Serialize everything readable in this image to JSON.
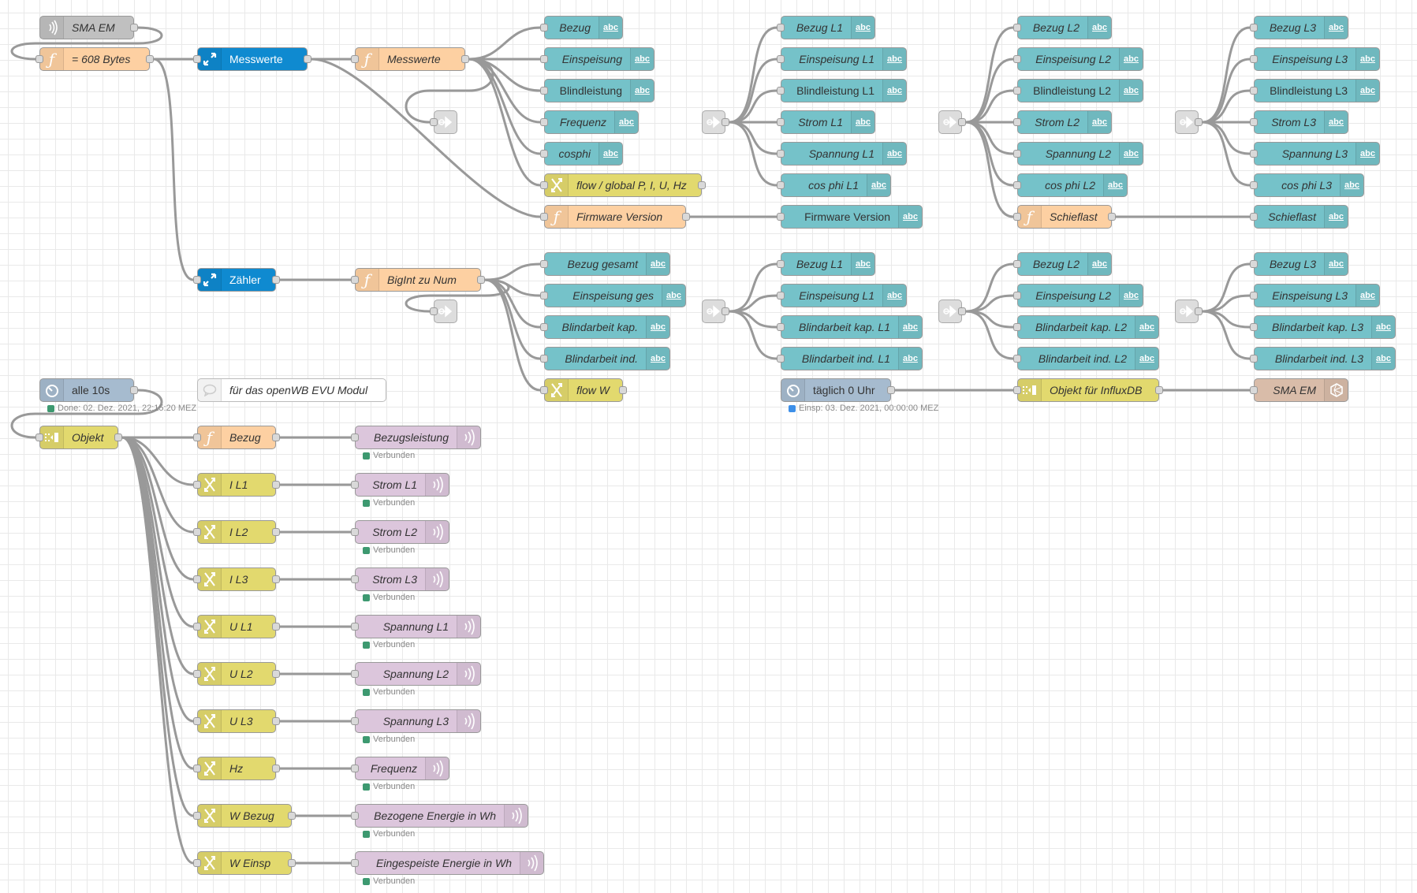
{
  "app": "Node-RED flow editor",
  "nodes": [
    {
      "id": "udp",
      "type": "udp",
      "label": "SMA EM",
      "icon": "udp-wave-icon",
      "italic": true
    },
    {
      "id": "fn608",
      "type": "function",
      "label": "= 608 Bytes",
      "icon": "function-icon",
      "italic": true
    },
    {
      "id": "pMess",
      "type": "parser",
      "label": "Messwerte",
      "icon": "buffer-parser-icon",
      "italic": false
    },
    {
      "id": "fnMess",
      "type": "function",
      "label": "Messwerte",
      "icon": "function-icon",
      "italic": true
    },
    {
      "id": "linkOut1",
      "type": "link",
      "label": "",
      "icon": "link-out-icon"
    },
    {
      "id": "dBezug",
      "type": "debug",
      "label": "Bezug",
      "icon": "abc",
      "italic": true
    },
    {
      "id": "dEinsp",
      "type": "debug",
      "label": "Einspeisung",
      "icon": "abc",
      "italic": true
    },
    {
      "id": "dBlind",
      "type": "debug",
      "label": "Blindleistung",
      "icon": "abc",
      "italic": false
    },
    {
      "id": "dFreq",
      "type": "debug",
      "label": "Frequenz",
      "icon": "abc",
      "italic": true
    },
    {
      "id": "dCos",
      "type": "debug",
      "label": "cosphi",
      "icon": "abc",
      "italic": true
    },
    {
      "id": "chFlow",
      "type": "change",
      "label": "flow / global P, I, U, Hz",
      "icon": "change-icon",
      "italic": true
    },
    {
      "id": "fnFw",
      "type": "function",
      "label": "Firmware Version",
      "icon": "function-icon",
      "italic": true
    },
    {
      "id": "dFw",
      "type": "debug",
      "label": "Firmware Version",
      "icon": "abc",
      "italic": false
    },
    {
      "id": "lin1",
      "type": "link",
      "label": "",
      "icon": "link-in-icon"
    },
    {
      "id": "dBezugL1",
      "type": "debug",
      "label": "Bezug L1",
      "icon": "abc",
      "italic": true
    },
    {
      "id": "dEinspL1",
      "type": "debug",
      "label": "Einspeisung L1",
      "icon": "abc",
      "italic": true
    },
    {
      "id": "dBlindL1",
      "type": "debug",
      "label": "Blindleistung L1",
      "icon": "abc",
      "italic": false
    },
    {
      "id": "dStromL1",
      "type": "debug",
      "label": "Strom L1",
      "icon": "abc",
      "italic": true
    },
    {
      "id": "dSpanL1",
      "type": "debug",
      "label": "Spannung L1",
      "icon": "abc",
      "italic": true
    },
    {
      "id": "dCosL1",
      "type": "debug",
      "label": "cos phi L1",
      "icon": "abc",
      "italic": true
    },
    {
      "id": "lin2",
      "type": "link",
      "label": "",
      "icon": "link-in-icon"
    },
    {
      "id": "dBezugL2",
      "type": "debug",
      "label": "Bezug L2",
      "icon": "abc",
      "italic": true
    },
    {
      "id": "dEinspL2",
      "type": "debug",
      "label": "Einspeisung L2",
      "icon": "abc",
      "italic": true
    },
    {
      "id": "dBlindL2",
      "type": "debug",
      "label": "Blindleistung L2",
      "icon": "abc",
      "italic": false
    },
    {
      "id": "dStromL2",
      "type": "debug",
      "label": "Strom L2",
      "icon": "abc",
      "italic": true
    },
    {
      "id": "dSpanL2",
      "type": "debug",
      "label": "Spannung L2",
      "icon": "abc",
      "italic": true
    },
    {
      "id": "dCosL2",
      "type": "debug",
      "label": "cos phi L2",
      "icon": "abc",
      "italic": true
    },
    {
      "id": "fnSchief",
      "type": "function",
      "label": "Schieflast",
      "icon": "function-icon",
      "italic": true
    },
    {
      "id": "lin3",
      "type": "link",
      "label": "",
      "icon": "link-in-icon"
    },
    {
      "id": "dBezugL3",
      "type": "debug",
      "label": "Bezug L3",
      "icon": "abc",
      "italic": true
    },
    {
      "id": "dEinspL3",
      "type": "debug",
      "label": "Einspeisung L3",
      "icon": "abc",
      "italic": true
    },
    {
      "id": "dBlindL3",
      "type": "debug",
      "label": "Blindleistung L3",
      "icon": "abc",
      "italic": false
    },
    {
      "id": "dStromL3",
      "type": "debug",
      "label": "Strom L3",
      "icon": "abc",
      "italic": true
    },
    {
      "id": "dSpanL3",
      "type": "debug",
      "label": "Spannung L3",
      "icon": "abc",
      "italic": true
    },
    {
      "id": "dCosL3",
      "type": "debug",
      "label": "cos phi L3",
      "icon": "abc",
      "italic": true
    },
    {
      "id": "dSchief",
      "type": "debug",
      "label": "Schieflast",
      "icon": "abc",
      "italic": true
    },
    {
      "id": "pZaehler",
      "type": "parser",
      "label": "Zähler",
      "icon": "buffer-parser-icon",
      "italic": false
    },
    {
      "id": "fnBigInt",
      "type": "function",
      "label": "BigInt zu Num",
      "icon": "function-icon",
      "italic": true
    },
    {
      "id": "linkOut2",
      "type": "link",
      "label": "",
      "icon": "link-out-icon"
    },
    {
      "id": "dBezGes",
      "type": "debug",
      "label": "Bezug gesamt",
      "icon": "abc",
      "italic": true
    },
    {
      "id": "dEinGes",
      "type": "debug",
      "label": "Einspeisung ges",
      "icon": "abc",
      "italic": true
    },
    {
      "id": "dBlKap",
      "type": "debug",
      "label": "Blindarbeit kap.",
      "icon": "abc",
      "italic": true
    },
    {
      "id": "dBlInd",
      "type": "debug",
      "label": "Blindarbeit ind.",
      "icon": "abc",
      "italic": true
    },
    {
      "id": "chFlowW",
      "type": "change",
      "label": "flow W",
      "icon": "change-icon",
      "italic": true
    },
    {
      "id": "lin4",
      "type": "link",
      "label": "",
      "icon": "link-in-icon"
    },
    {
      "id": "dZBezL1",
      "type": "debug",
      "label": "Bezug L1",
      "icon": "abc",
      "italic": true
    },
    {
      "id": "dZEinL1",
      "type": "debug",
      "label": "Einspeisung L1",
      "icon": "abc",
      "italic": true
    },
    {
      "id": "dZKapL1",
      "type": "debug",
      "label": "Blindarbeit kap. L1",
      "icon": "abc",
      "italic": true
    },
    {
      "id": "dZIndL1",
      "type": "debug",
      "label": "Blindarbeit ind. L1",
      "icon": "abc",
      "italic": true
    },
    {
      "id": "lin5",
      "type": "link",
      "label": "",
      "icon": "link-in-icon"
    },
    {
      "id": "dZBezL2",
      "type": "debug",
      "label": "Bezug L2",
      "icon": "abc",
      "italic": true
    },
    {
      "id": "dZEinL2",
      "type": "debug",
      "label": "Einspeisung L2",
      "icon": "abc",
      "italic": true
    },
    {
      "id": "dZKapL2",
      "type": "debug",
      "label": "Blindarbeit kap. L2",
      "icon": "abc",
      "italic": true
    },
    {
      "id": "dZIndL2",
      "type": "debug",
      "label": "Blindarbeit ind. L2",
      "icon": "abc",
      "italic": true
    },
    {
      "id": "lin6",
      "type": "link",
      "label": "",
      "icon": "link-in-icon"
    },
    {
      "id": "dZBezL3",
      "type": "debug",
      "label": "Bezug L3",
      "icon": "abc",
      "italic": true
    },
    {
      "id": "dZEinL3",
      "type": "debug",
      "label": "Einspeisung L3",
      "icon": "abc",
      "italic": true
    },
    {
      "id": "dZKapL3",
      "type": "debug",
      "label": "Blindarbeit kap. L3",
      "icon": "abc",
      "italic": true
    },
    {
      "id": "dZIndL3",
      "type": "debug",
      "label": "Blindarbeit ind. L3",
      "icon": "abc",
      "italic": true
    },
    {
      "id": "injDaily",
      "type": "inject",
      "label": "täglich 0 Uhr",
      "icon": "timer-icon",
      "italic": false,
      "status": {
        "color": "#3d8fe8",
        "text": "Einsp: 03. Dez. 2021, 00:00:00 MEZ"
      }
    },
    {
      "id": "joinInflux",
      "type": "join",
      "label": "Objekt für InfluxDB",
      "icon": "join-icon",
      "italic": true
    },
    {
      "id": "influx",
      "type": "influx",
      "label": "SMA EM",
      "icon": "influxdb-icon",
      "italic": true
    },
    {
      "id": "inj10",
      "type": "inject",
      "label": "alle 10s",
      "icon": "timer-icon",
      "italic": false,
      "status": {
        "color": "#3d9970",
        "text": "Done: 02. Dez. 2021, 22:15:20 MEZ"
      }
    },
    {
      "id": "comment",
      "type": "comment",
      "label": "für das openWB EVU Modul",
      "icon": "comment-icon",
      "italic": true
    },
    {
      "id": "joinObj",
      "type": "join",
      "label": "Objekt",
      "icon": "join-icon",
      "italic": true
    },
    {
      "id": "fnBezug",
      "type": "function",
      "label": "Bezug",
      "icon": "function-icon",
      "italic": true
    },
    {
      "id": "chIL1",
      "type": "change",
      "label": "I L1",
      "icon": "change-icon",
      "italic": true
    },
    {
      "id": "chIL2",
      "type": "change",
      "label": "I L2",
      "icon": "change-icon",
      "italic": true
    },
    {
      "id": "chIL3",
      "type": "change",
      "label": "I L3",
      "icon": "change-icon",
      "italic": true
    },
    {
      "id": "chUL1",
      "type": "change",
      "label": "U L1",
      "icon": "change-icon",
      "italic": true
    },
    {
      "id": "chUL2",
      "type": "change",
      "label": "U L2",
      "icon": "change-icon",
      "italic": true
    },
    {
      "id": "chUL3",
      "type": "change",
      "label": "U L3",
      "icon": "change-icon",
      "italic": true
    },
    {
      "id": "chHz",
      "type": "change",
      "label": "Hz",
      "icon": "change-icon",
      "italic": true
    },
    {
      "id": "chWBez",
      "type": "change",
      "label": "W Bezug",
      "icon": "change-icon",
      "italic": true
    },
    {
      "id": "chWEin",
      "type": "change",
      "label": "W Einsp",
      "icon": "change-icon",
      "italic": true
    },
    {
      "id": "oBezL",
      "type": "ws",
      "label": "Bezugsleistung",
      "icon": "mqtt-out-icon",
      "italic": true,
      "status": {
        "color": "#3d9970",
        "text": "Verbunden"
      }
    },
    {
      "id": "oStrL1",
      "type": "ws",
      "label": "Strom L1",
      "icon": "mqtt-out-icon",
      "italic": true,
      "status": {
        "color": "#3d9970",
        "text": "Verbunden"
      }
    },
    {
      "id": "oStrL2",
      "type": "ws",
      "label": "Strom L2",
      "icon": "mqtt-out-icon",
      "italic": true,
      "status": {
        "color": "#3d9970",
        "text": "Verbunden"
      }
    },
    {
      "id": "oStrL3",
      "type": "ws",
      "label": "Strom L3",
      "icon": "mqtt-out-icon",
      "italic": true,
      "status": {
        "color": "#3d9970",
        "text": "Verbunden"
      }
    },
    {
      "id": "oSpL1",
      "type": "ws",
      "label": "Spannung L1",
      "icon": "mqtt-out-icon",
      "italic": true,
      "status": {
        "color": "#3d9970",
        "text": "Verbunden"
      }
    },
    {
      "id": "oSpL2",
      "type": "ws",
      "label": "Spannung L2",
      "icon": "mqtt-out-icon",
      "italic": true,
      "status": {
        "color": "#3d9970",
        "text": "Verbunden"
      }
    },
    {
      "id": "oSpL3",
      "type": "ws",
      "label": "Spannung L3",
      "icon": "mqtt-out-icon",
      "italic": true,
      "status": {
        "color": "#3d9970",
        "text": "Verbunden"
      }
    },
    {
      "id": "oFreq",
      "type": "ws",
      "label": "Frequenz",
      "icon": "mqtt-out-icon",
      "italic": true,
      "status": {
        "color": "#3d9970",
        "text": "Verbunden"
      }
    },
    {
      "id": "oWBez",
      "type": "ws",
      "label": "Bezogene Energie in Wh",
      "icon": "mqtt-out-icon",
      "italic": true,
      "status": {
        "color": "#3d9970",
        "text": "Verbunden"
      }
    },
    {
      "id": "oWEin",
      "type": "ws",
      "label": "Eingespeiste Energie in Wh",
      "icon": "mqtt-out-icon",
      "italic": true,
      "status": {
        "color": "#3d9970",
        "text": "Verbunden"
      }
    }
  ],
  "wires": [
    [
      "udp",
      "fn608"
    ],
    [
      "fn608",
      "pMess"
    ],
    [
      "fn608",
      "pZaehler"
    ],
    [
      "pMess",
      "fnMess"
    ],
    [
      "pMess",
      "fnFw"
    ],
    [
      "fnMess",
      "dBezug"
    ],
    [
      "fnMess",
      "dEinsp"
    ],
    [
      "fnMess",
      "dBlind"
    ],
    [
      "fnMess",
      "dFreq"
    ],
    [
      "fnMess",
      "dCos"
    ],
    [
      "fnMess",
      "chFlow"
    ],
    [
      "fnMess",
      "linkOut1"
    ],
    [
      "fnFw",
      "dFw"
    ],
    [
      "lin1",
      "dBezugL1"
    ],
    [
      "lin1",
      "dEinspL1"
    ],
    [
      "lin1",
      "dBlindL1"
    ],
    [
      "lin1",
      "dStromL1"
    ],
    [
      "lin1",
      "dSpanL1"
    ],
    [
      "lin1",
      "dCosL1"
    ],
    [
      "lin2",
      "dBezugL2"
    ],
    [
      "lin2",
      "dEinspL2"
    ],
    [
      "lin2",
      "dBlindL2"
    ],
    [
      "lin2",
      "dStromL2"
    ],
    [
      "lin2",
      "dSpanL2"
    ],
    [
      "lin2",
      "dCosL2"
    ],
    [
      "lin2",
      "fnSchief"
    ],
    [
      "fnSchief",
      "dSchief"
    ],
    [
      "lin3",
      "dBezugL3"
    ],
    [
      "lin3",
      "dEinspL3"
    ],
    [
      "lin3",
      "dBlindL3"
    ],
    [
      "lin3",
      "dStromL3"
    ],
    [
      "lin3",
      "dSpanL3"
    ],
    [
      "lin3",
      "dCosL3"
    ],
    [
      "pZaehler",
      "fnBigInt"
    ],
    [
      "fnBigInt",
      "dBezGes"
    ],
    [
      "fnBigInt",
      "dEinGes"
    ],
    [
      "fnBigInt",
      "dBlKap"
    ],
    [
      "fnBigInt",
      "dBlInd"
    ],
    [
      "fnBigInt",
      "chFlowW"
    ],
    [
      "fnBigInt",
      "linkOut2"
    ],
    [
      "lin4",
      "dZBezL1"
    ],
    [
      "lin4",
      "dZEinL1"
    ],
    [
      "lin4",
      "dZKapL1"
    ],
    [
      "lin4",
      "dZIndL1"
    ],
    [
      "lin5",
      "dZBezL2"
    ],
    [
      "lin5",
      "dZEinL2"
    ],
    [
      "lin5",
      "dZKapL2"
    ],
    [
      "lin5",
      "dZIndL2"
    ],
    [
      "lin6",
      "dZBezL3"
    ],
    [
      "lin6",
      "dZEinL3"
    ],
    [
      "lin6",
      "dZKapL3"
    ],
    [
      "lin6",
      "dZIndL3"
    ],
    [
      "injDaily",
      "joinInflux"
    ],
    [
      "joinInflux",
      "influx"
    ],
    [
      "inj10",
      "joinObj"
    ],
    [
      "joinObj",
      "fnBezug"
    ],
    [
      "joinObj",
      "chIL1"
    ],
    [
      "joinObj",
      "chIL2"
    ],
    [
      "joinObj",
      "chIL3"
    ],
    [
      "joinObj",
      "chUL1"
    ],
    [
      "joinObj",
      "chUL2"
    ],
    [
      "joinObj",
      "chUL3"
    ],
    [
      "joinObj",
      "chHz"
    ],
    [
      "joinObj",
      "chWBez"
    ],
    [
      "joinObj",
      "chWEin"
    ],
    [
      "fnBezug",
      "oBezL"
    ],
    [
      "chIL1",
      "oStrL1"
    ],
    [
      "chIL2",
      "oStrL2"
    ],
    [
      "chIL3",
      "oStrL3"
    ],
    [
      "chUL1",
      "oSpL1"
    ],
    [
      "chUL2",
      "oSpL2"
    ],
    [
      "chUL3",
      "oSpL3"
    ],
    [
      "chHz",
      "oFreq"
    ],
    [
      "chWBez",
      "oWBez"
    ],
    [
      "chWEin",
      "oWEin"
    ]
  ]
}
